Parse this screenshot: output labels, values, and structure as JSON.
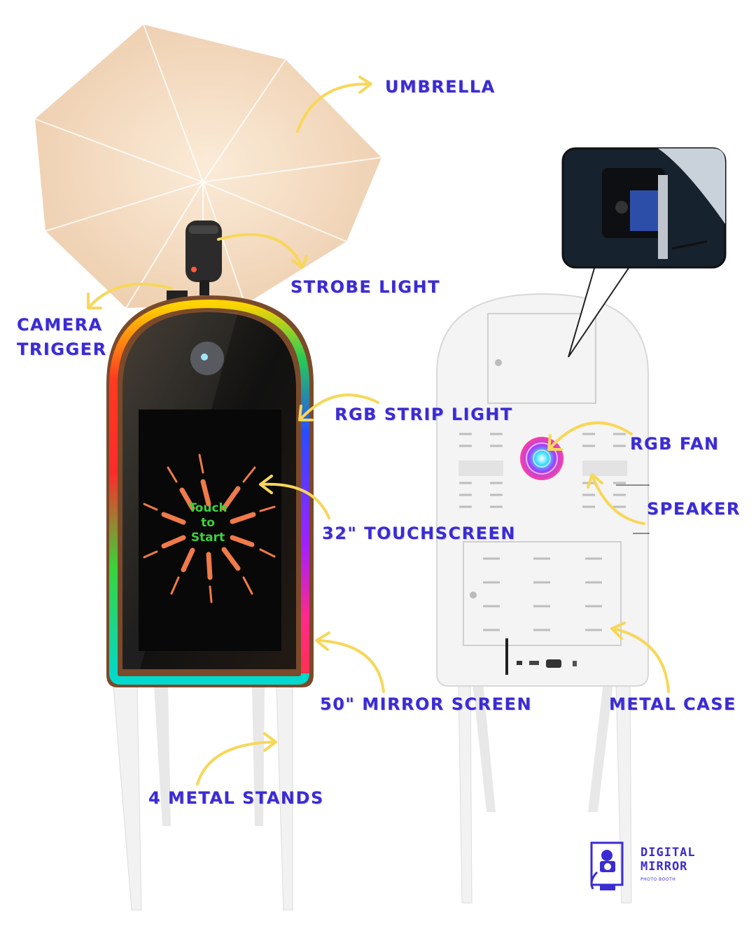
{
  "labels": {
    "umbrella": "UMBRELLA",
    "strobe_light": "STROBE LIGHT",
    "camera_trigger_line1": "CAMERA",
    "camera_trigger_line2": "TRIGGER",
    "rgb_strip_light": "RGB STRIP LIGHT",
    "touchscreen": "32\" TOUCHSCREEN",
    "mirror_screen": "50\" MIRROR SCREEN",
    "metal_stands": "4 METAL STANDS",
    "rgb_fan": "RGB FAN",
    "speaker": "SPEAKER",
    "metal_case": "METAL CASE"
  },
  "screen": {
    "line1": "Touch",
    "line2": "to",
    "line3": "Start"
  },
  "logo": {
    "title": "DIGITAL\nMIRROR",
    "subtitle": "PHOTO BOOTH"
  },
  "colors": {
    "label": "#3b2bd4",
    "arrow": "#f7d75a",
    "umbrella": "#f3dcc4",
    "case": "#f4f4f4",
    "frame": "#7a4a2a"
  }
}
